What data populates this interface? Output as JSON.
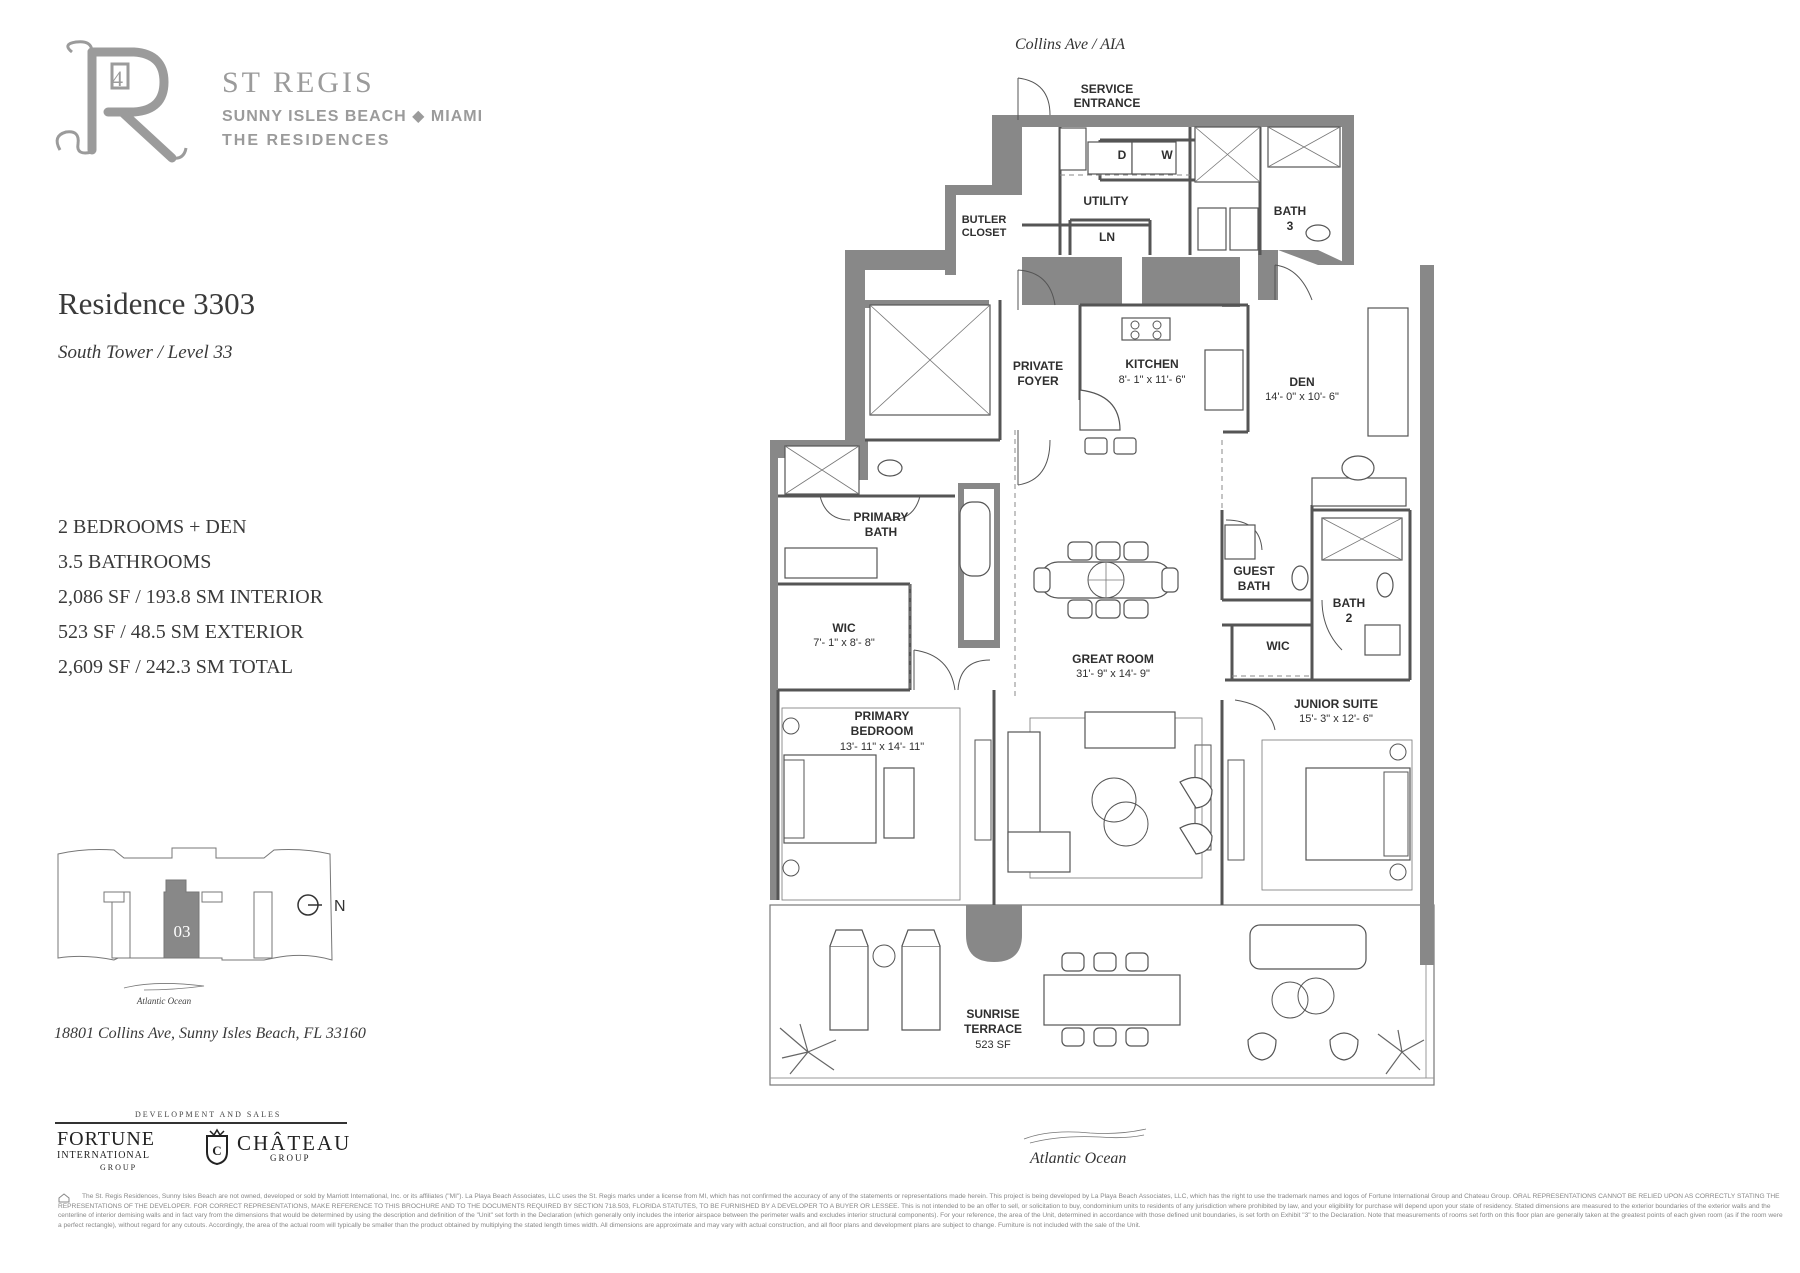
{
  "brand": {
    "name": "ST REGIS",
    "location": "SUNNY ISLES BEACH ◆ MIAMI",
    "subtitle": "THE RESIDENCES"
  },
  "residence": {
    "title": "Residence 3303",
    "subtitle": "South Tower / Level 33",
    "specs": [
      "2 BEDROOMS + DEN",
      "3.5 BATHROOMS",
      "2,086 SF / 193.8 SM INTERIOR",
      "523 SF / 48.5 SM EXTERIOR",
      "2,609 SF / 242.3 SM TOTAL"
    ]
  },
  "keyplan": {
    "unit_label": "03",
    "north_label": "N",
    "ocean_label": "Atlantic Ocean"
  },
  "address": "18801 Collins Ave, Sunny Isles Beach, FL 33160",
  "developers": {
    "label": "DEVELOPMENT AND SALES",
    "fortune_name": "FORTUNE",
    "fortune_sub": "INTERNATIONAL",
    "fortune_group": "GROUP",
    "chateau_name": "CHÂTEAU",
    "chateau_group": "GROUP"
  },
  "floorplan": {
    "street_label": "Collins Ave / AIA",
    "ocean_label": "Atlantic Ocean",
    "rooms": {
      "service_1": "SERVICE",
      "service_2": "ENTRANCE",
      "utility": "UTILITY",
      "dryer": "D",
      "washer": "W",
      "linen": "LN",
      "butler_1": "BUTLER",
      "butler_2": "CLOSET",
      "bath3_1": "BATH",
      "bath3_2": "3",
      "foyer_1": "PRIVATE",
      "foyer_2": "FOYER",
      "kitchen": "KITCHEN",
      "kitchen_dim": "8'- 1\" x 11'- 6\"",
      "den": "DEN",
      "den_dim": "14'- 0\" x 10'- 6\"",
      "pbath_1": "PRIMARY",
      "pbath_2": "BATH",
      "wic1": "WIC",
      "wic1_dim": "7'- 1\" x 8'- 8\"",
      "guest_1": "GUEST",
      "guest_2": "BATH",
      "bath2_1": "BATH",
      "bath2_2": "2",
      "wic2": "WIC",
      "great": "GREAT ROOM",
      "great_dim": "31'- 9\" x 14'- 9\"",
      "pbed_1": "PRIMARY",
      "pbed_2": "BEDROOM",
      "pbed_dim": "13'- 11\" x 14'- 11\"",
      "junior": "JUNIOR SUITE",
      "junior_dim": "15'- 3\" x 12'- 6\"",
      "terrace_1": "SUNRISE",
      "terrace_2": "TERRACE",
      "terrace_area": "523 SF"
    }
  },
  "disclaimer": "The St. Regis Residences, Sunny Isles Beach are not owned, developed or sold by Marriott International, Inc. or its affiliates (\"MI\"). La Playa Beach Associates, LLC uses the St. Regis marks under a license from MI, which has not confirmed the accuracy of any of the statements or representations made herein. This project is being developed by La Playa Beach Associates, LLC, which has the right to use the trademark names and logos of Fortune International Group and Chateau Group. ORAL REPRESENTATIONS CANNOT BE RELIED UPON AS CORRECTLY STATING THE REPRESENTATIONS OF THE DEVELOPER. FOR CORRECT REPRESENTATIONS, MAKE REFERENCE TO THIS BROCHURE AND TO THE DOCUMENTS REQUIRED BY SECTION 718.503, FLORIDA STATUTES, TO BE FURNISHED BY A DEVELOPER TO A BUYER OR LESSEE. This is not intended to be an offer to sell, or solicitation to buy, condominium units to residents of any jurisdiction where prohibited by law, and your eligibility for purchase will depend upon your state of residency. Stated dimensions are measured to the exterior boundaries of the exterior walls and the centerline of interior demising walls and in fact vary from the dimensions that would be determined by using the description and definition of the \"Unit\" set forth in the Declaration (which generally only includes the interior airspace between the perimeter walls and excludes interior structural components). For your reference, the area of the Unit, determined in accordance with those defined unit boundaries, is set forth on Exhibit \"3\" to the Declaration. Note that measurements of rooms set forth on this floor plan are generally taken at the greatest points of each given room (as if the room were a perfect rectangle), without regard for any cutouts. Accordingly, the area of the actual room will typically be smaller than the product obtained by multiplying the stated length times width. All dimensions are approximate and may vary with actual construction, and all floor plans and development plans are subject to change. Furniture is not included with the sale of the Unit."
}
